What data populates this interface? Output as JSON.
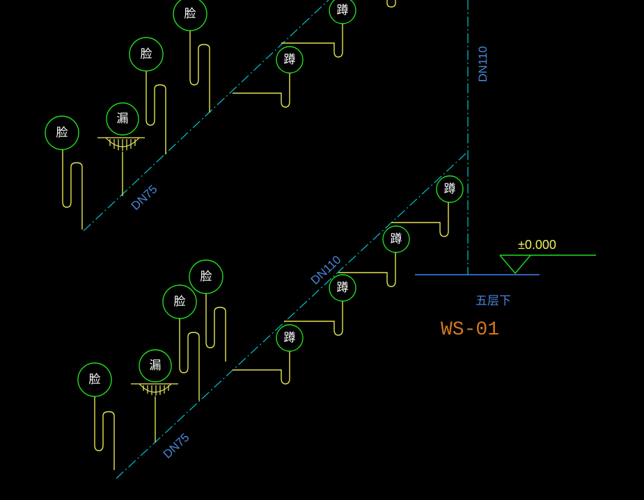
{
  "drawing": {
    "fixtures": {
      "basin": "脸",
      "floor_drain": "漏",
      "squat_toilet": "蹲"
    },
    "pipe_labels": {
      "dn75": "DN75",
      "dn110": "DN110"
    },
    "level_mark": "±0.000",
    "floor_label": "五层下",
    "system_tag": "WS-01"
  },
  "colors": {
    "background": "#000000",
    "pipe": "#00c8d2",
    "trap": "#e6e650",
    "bubble": "#20e020",
    "pipe_text": "#4a86d8",
    "system_tag": "#d2781e"
  }
}
